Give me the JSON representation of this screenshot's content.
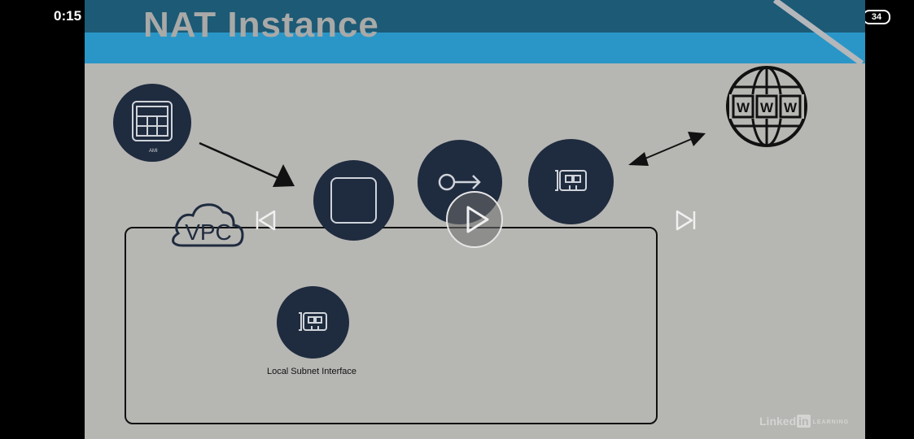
{
  "status_bar": {
    "time": "0:15",
    "battery": "34"
  },
  "slide": {
    "title": "NAT Instance",
    "ami_label": "AMI",
    "vpc_label": "VPC",
    "www_letter": "W",
    "local_subnet_label": "Local Subnet Interface"
  },
  "watermark": {
    "brand_prefix": "Linked",
    "brand_in": "in",
    "suffix": "LEARNING"
  }
}
